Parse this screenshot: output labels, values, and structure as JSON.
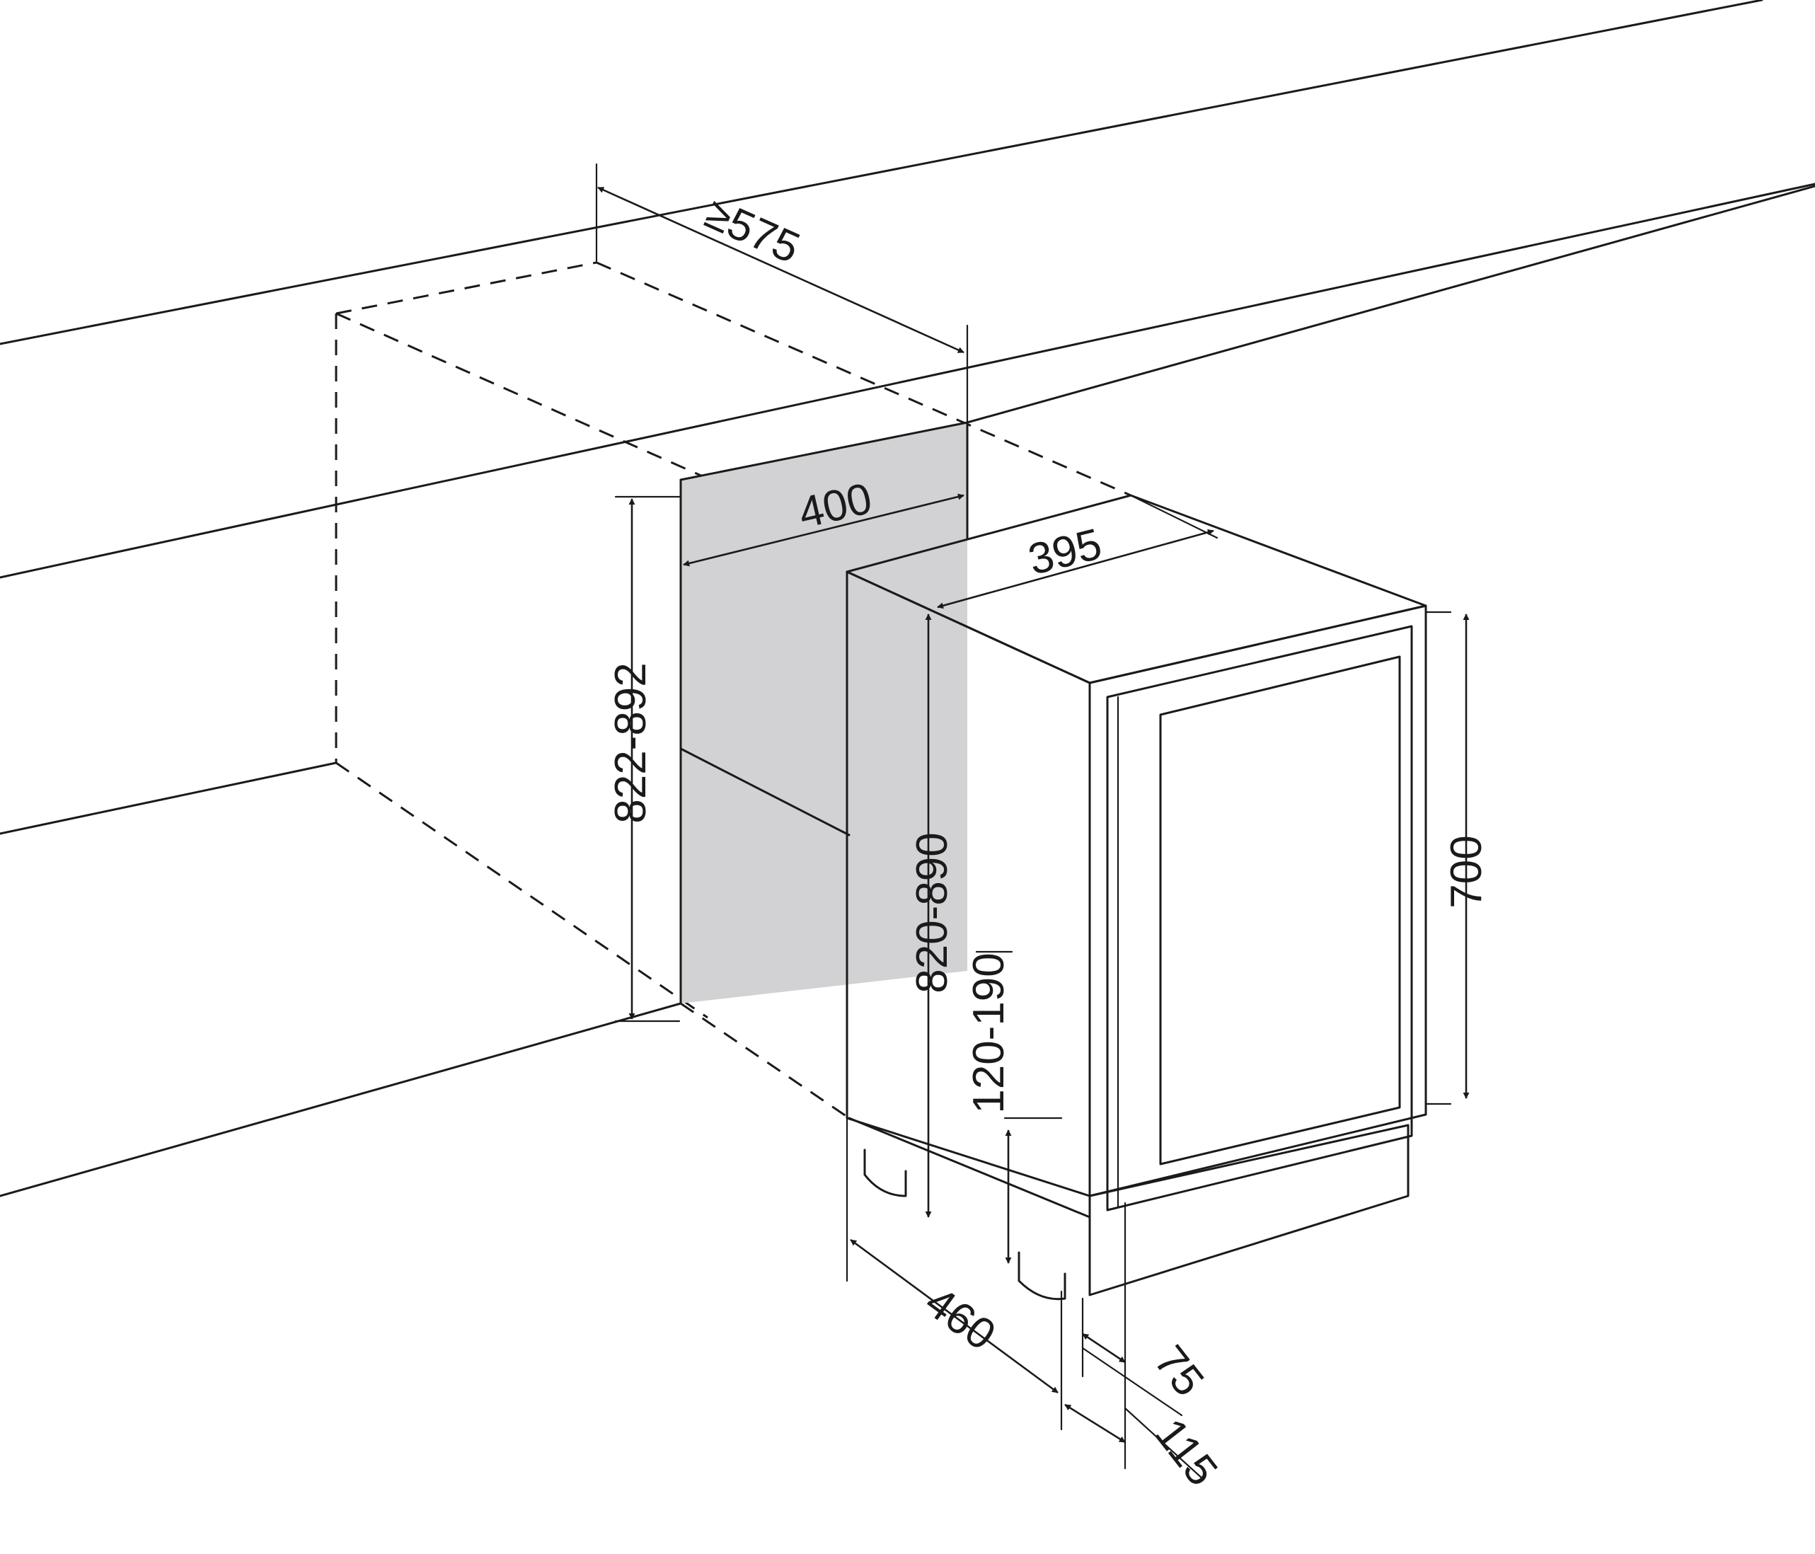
{
  "dimensions": {
    "niche_depth": "≥575",
    "niche_width": "400",
    "niche_height": "822-892",
    "unit_width": "395",
    "unit_height": "820-890",
    "door_height": "700",
    "plinth_height": "120-190",
    "unit_depth": "460",
    "door_thickness": "75",
    "door_projection": "115"
  },
  "colors": {
    "line": "#1a1a1a",
    "niche_back": "#d2d2d4",
    "glass_top": "#d0d0d2",
    "glass_bottom": "#bcbcbe",
    "background": "#ffffff"
  }
}
